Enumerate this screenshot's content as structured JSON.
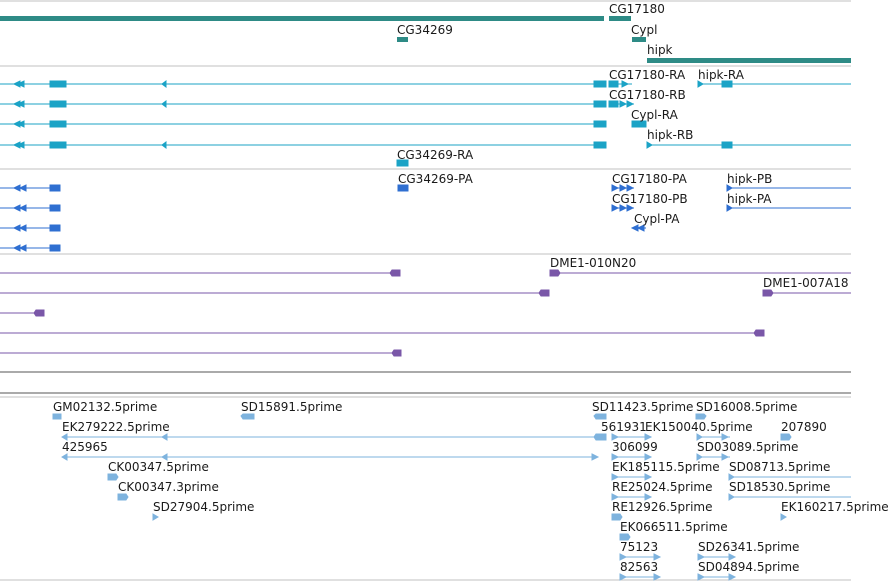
{
  "colors": {
    "gene": "#2e8b86",
    "transcript": "#1ba3c6",
    "protein": "#2f6fd1",
    "clone": "#7a57a8",
    "est": "#7eb3de",
    "separator": "#b8b8b8"
  },
  "tracks": {
    "genes": {
      "labels": {
        "cg17180": "CG17180",
        "cg34269": "CG34269",
        "cypl": "Cypl",
        "hipk": "hipk"
      }
    },
    "transcripts": {
      "labels": {
        "cg17180_ra": "CG17180-RA",
        "hipk_ra": "hipk-RA",
        "cg17180_rb": "CG17180-RB",
        "cypl_ra": "Cypl-RA",
        "hipk_rb": "hipk-RB",
        "cg34269_ra": "CG34269-RA"
      }
    },
    "proteins": {
      "labels": {
        "cg34269_pa": "CG34269-PA",
        "cg17180_pa": "CG17180-PA",
        "hipk_pb": "hipk-PB",
        "cg17180_pb": "CG17180-PB",
        "hipk_pa": "hipk-PA",
        "cypl_pa": "Cypl-PA"
      }
    },
    "clones": {
      "labels": {
        "dme1_010n20": "DME1-010N20",
        "dme1_007a18": "DME1-007A18"
      }
    },
    "ests": {
      "labels": {
        "gm02132": "GM02132.5prime",
        "sd15891": "SD15891.5prime",
        "sd11423": "SD11423.5prime",
        "sd16008": "SD16008.5prime",
        "ek279222": "EK279222.5prime",
        "n561931": "561931",
        "ek150040": "EK150040.5prime",
        "n207890": "207890",
        "n425965": "425965",
        "n306099": "306099",
        "sd03089": "SD03089.5prime",
        "ck00347_5": "CK00347.5prime",
        "ek185115": "EK185115.5prime",
        "sd08713": "SD08713.5prime",
        "ck00347_3": "CK00347.3prime",
        "re25024": "RE25024.5prime",
        "sd18530": "SD18530.5prime",
        "sd27904": "SD27904.5prime",
        "re12926": "RE12926.5prime",
        "ek160217": "EK160217.5prime",
        "ek066511": "EK066511.5prime",
        "n75123": "75123",
        "sd26341": "SD26341.5prime",
        "n82563": "82563",
        "sd04894": "SD04894.5prime"
      }
    }
  }
}
